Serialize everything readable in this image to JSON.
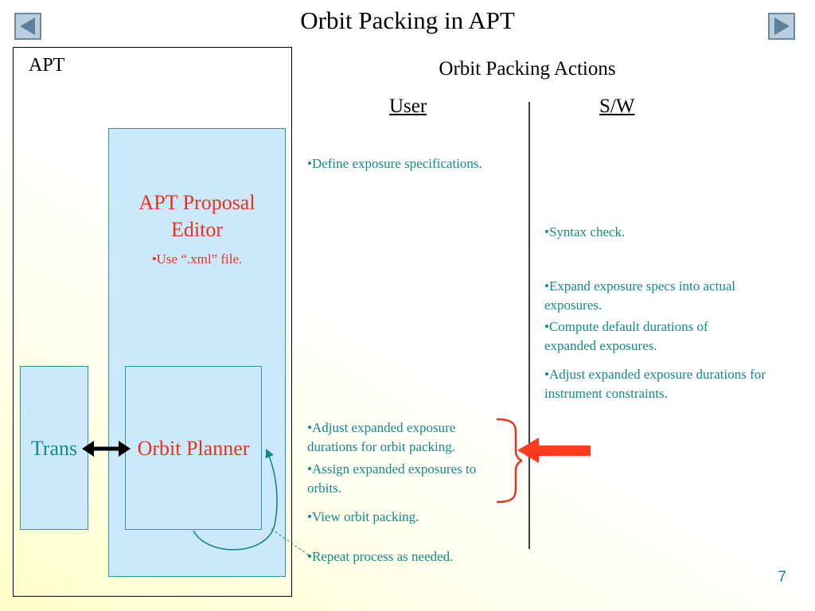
{
  "slide": {
    "title": "Orbit Packing in APT",
    "page_number": "7"
  },
  "nav": {
    "prev_icon": "triangle-left-icon",
    "next_icon": "triangle-right-icon",
    "prev_glyph": "◀",
    "next_glyph": "▶"
  },
  "diagram": {
    "frame_label": "APT",
    "editor_title": "APT Proposal Editor",
    "editor_note": "•Use “.xml” file.",
    "trans_label": "Trans",
    "planner_label": "Orbit Planner"
  },
  "actions": {
    "title": "Orbit Packing Actions",
    "user_header": "User",
    "sw_header": "S/W",
    "user_items": [
      "•Define exposure specifications.",
      "•Adjust expanded exposure durations for orbit packing.",
      "•Assign expanded exposures to orbits.",
      "•View orbit packing.",
      "•Repeat process as needed."
    ],
    "sw_items": [
      "•Syntax check.",
      "•Expand exposure specs into actual exposures.",
      "•Compute default durations of expanded exposures.",
      "•Adjust expanded exposure durations for instrument constraints."
    ]
  },
  "colors": {
    "teal_text": "#138a86",
    "red_text": "#e8321e",
    "box_fill": "#cce9fb",
    "highlight_arrow": "#ff3b1f"
  }
}
